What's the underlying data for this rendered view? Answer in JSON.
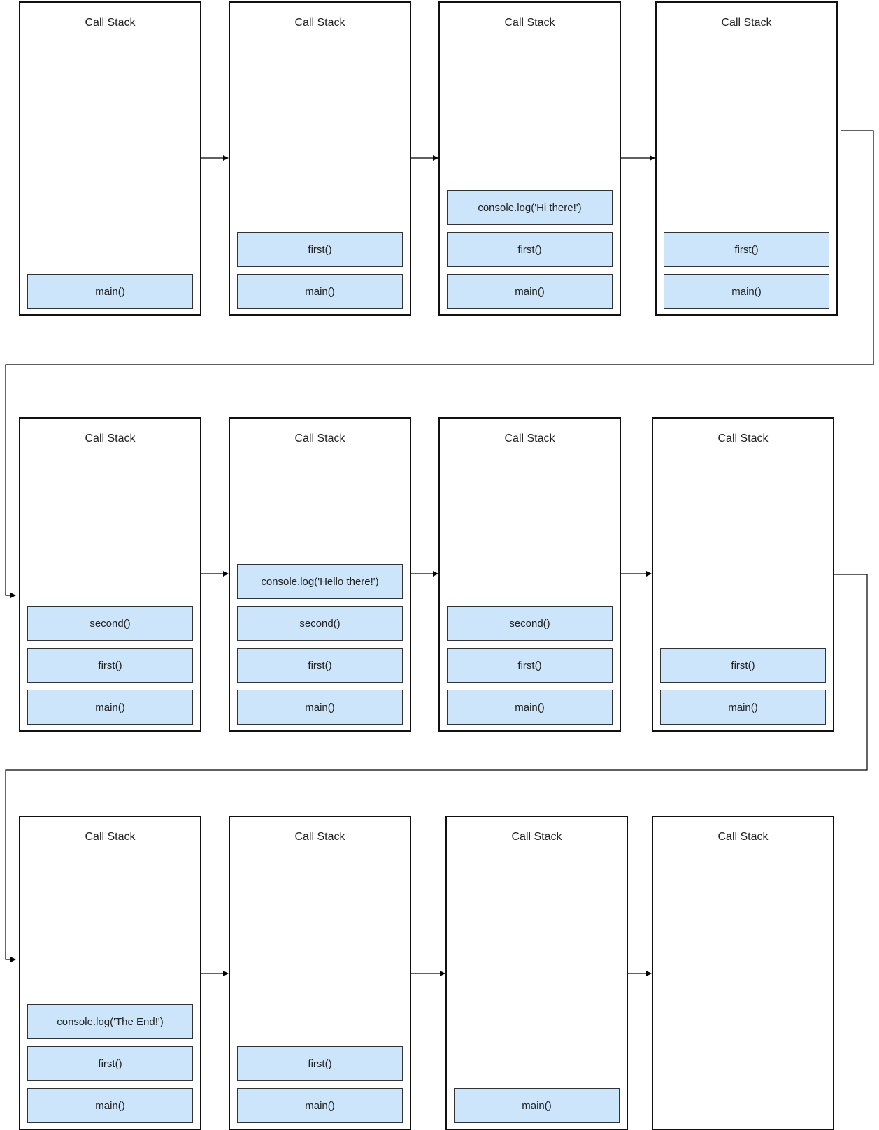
{
  "colors": {
    "frame_fill": "#cce5fb",
    "frame_border": "#333333",
    "stack_border": "#111111",
    "connector": "#000000"
  },
  "connector_style": "arrow",
  "rows": [
    {
      "stacks": [
        {
          "title": "Call Stack",
          "frames": [
            "main()"
          ]
        },
        {
          "title": "Call Stack",
          "frames": [
            "first()",
            "main()"
          ]
        },
        {
          "title": "Call Stack",
          "frames": [
            "console.log('Hi there!')",
            "first()",
            "main()"
          ]
        },
        {
          "title": "Call Stack",
          "frames": [
            "first()",
            "main()"
          ]
        }
      ]
    },
    {
      "stacks": [
        {
          "title": "Call Stack",
          "frames": [
            "second()",
            "first()",
            "main()"
          ]
        },
        {
          "title": "Call Stack",
          "frames": [
            "console.log('Hello there!')",
            "second()",
            "first()",
            "main()"
          ]
        },
        {
          "title": "Call Stack",
          "frames": [
            "second()",
            "first()",
            "main()"
          ]
        },
        {
          "title": "Call Stack",
          "frames": [
            "first()",
            "main()"
          ]
        }
      ]
    },
    {
      "stacks": [
        {
          "title": "Call Stack",
          "frames": [
            "console.log('The End!')",
            "first()",
            "main()"
          ]
        },
        {
          "title": "Call Stack",
          "frames": [
            "first()",
            "main()"
          ]
        },
        {
          "title": "Call Stack",
          "frames": [
            "main()"
          ]
        },
        {
          "title": "Call Stack",
          "frames": []
        }
      ]
    }
  ]
}
